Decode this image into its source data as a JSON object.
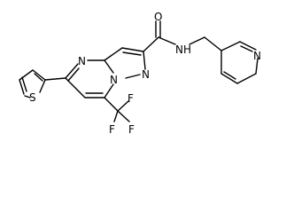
{
  "atoms": {
    "carbonyl_o": "O",
    "amide_n": "N",
    "amide_h": "H",
    "pyridine_n": "N",
    "pyrimidine_n": "N",
    "bridge_n": "N",
    "pyrazole_n": "N",
    "thiophene_s": "S",
    "f_top": "F",
    "f_left": "F",
    "f_right": "F"
  },
  "colors": {
    "bond": "#000000",
    "label": "#000000",
    "background": "#ffffff"
  }
}
